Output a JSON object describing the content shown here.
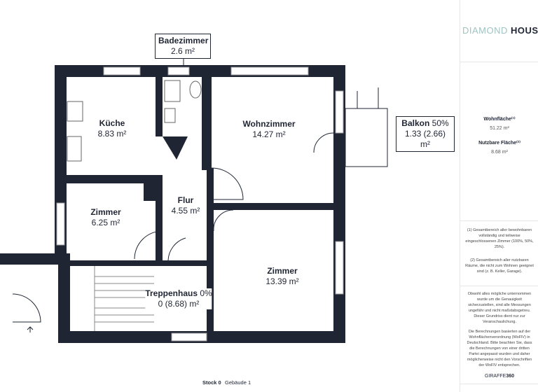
{
  "rooms": {
    "bad": {
      "name": "Badezimmer",
      "area": "2.6 m²"
    },
    "kueche": {
      "name": "Küche",
      "area": "8.83 m²"
    },
    "wohn": {
      "name": "Wohnzimmer",
      "area": "14.27 m²"
    },
    "balkon": {
      "name": "Balkon",
      "pct": "50%",
      "area": "1.33 (2.66) m²"
    },
    "flur": {
      "name": "Flur",
      "area": "4.55 m²"
    },
    "zimmer1": {
      "name": "Zimmer",
      "area": "6.25 m²"
    },
    "zimmer2": {
      "name": "Zimmer",
      "area": "13.39 m²"
    },
    "treppe": {
      "name": "Treppenhaus",
      "pct": "0%",
      "area": "0 (8.68) m²"
    }
  },
  "footer": {
    "floor": "Stock 0",
    "building": "Gebäude 1"
  },
  "sidebar": {
    "logo_a": "DIAMOND",
    "logo_b": "HOUSE",
    "wohnflaeche_label": "Wohnfläche⁽¹⁾",
    "wohnflaeche": "51.22 m²",
    "nutzflaeche_label": "Nutzbare Fläche⁽²⁾",
    "nutzflaeche": "8.68 m²",
    "note1": "(1) Gesamtbereich aller bewohnbaren vollständig und teilweise eingeschlossenen Zimmer (100%, 50%, 25%).",
    "note2": "(2) Gesamtbereich aller nutzbaren Räume, die nicht zum Wohnen geeignet sind (z. B. Keller, Garage).",
    "note3": "Obwohl alles mögliche unternommen wurde um die Genauigkeit sicherzustellen, sind alle Messungen ungefähr und nicht maßstabsgetreu. Dieser Grundriss dient nur zur Veranschaulichung.",
    "note4": "Die Berechnungen basierten auf der Wohnflächenverordnung (WoFlV) in Deutschland. Bitte beachten Sie, dass die Berechnungen von einer dritten Partei angepasst wurden und daher möglicherweise nicht den Vorschriften der WoFlV entsprechen.",
    "brand_a": "GIRAFFE",
    "brand_b": "360"
  },
  "colors": {
    "wall": "#1f2533",
    "accent": "#9fc3c2"
  }
}
